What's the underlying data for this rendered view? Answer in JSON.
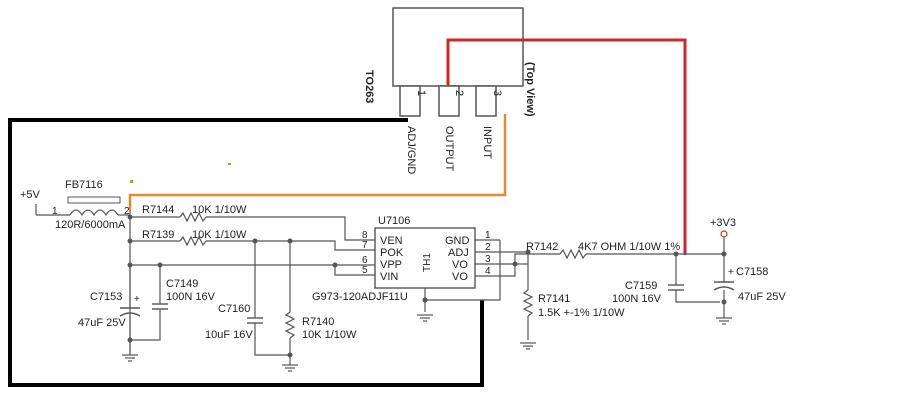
{
  "package": {
    "name": "TO263",
    "view": "(Top View)",
    "pins": [
      {
        "num": "1",
        "name": "ADJ/GND"
      },
      {
        "num": "2",
        "name": "OUTPUT"
      },
      {
        "num": "3",
        "name": "INPUT"
      }
    ]
  },
  "ic": {
    "ref": "U7106",
    "part": "G973-120ADJF11U",
    "thermal": "TH1",
    "left_pins": [
      {
        "num": "8",
        "name": "VEN"
      },
      {
        "num": "7",
        "name": "POK"
      },
      {
        "num": "6",
        "name": "VPP"
      },
      {
        "num": "5",
        "name": "VIN"
      }
    ],
    "right_pins": [
      {
        "num": "1",
        "name": "GND"
      },
      {
        "num": "2",
        "name": "ADJ"
      },
      {
        "num": "3",
        "name": "VO"
      },
      {
        "num": "4",
        "name": "VO"
      }
    ]
  },
  "components": {
    "fb": {
      "ref": "FB7116",
      "value": "120R/6000mA",
      "pin1": "1",
      "pin2": "2"
    },
    "r7144": {
      "ref": "R7144",
      "value": "10K 1/10W"
    },
    "r7139": {
      "ref": "R7139",
      "value": "10K 1/10W"
    },
    "c7153": {
      "ref": "C7153",
      "value": "47uF 25V",
      "plus": "+"
    },
    "c7149": {
      "ref": "C7149",
      "value": "100N 16V"
    },
    "c7160": {
      "ref": "C7160",
      "value": "10uF 16V"
    },
    "r7140": {
      "ref": "R7140",
      "value": "10K 1/10W"
    },
    "r7142": {
      "ref": "R7142",
      "value": "4K7 OHM 1/10W 1%"
    },
    "r7141": {
      "ref": "R7141",
      "value": "1.5K +-1% 1/10W"
    },
    "c7159": {
      "ref": "C7159",
      "value": "100N 16V"
    },
    "c7158": {
      "ref": "C7158",
      "value": "47uF 25V",
      "plus": "+"
    }
  },
  "rails": {
    "in": "+5V",
    "out": "+3V3"
  },
  "colors": {
    "wire": "#555555",
    "black_trace": "#000000",
    "red_trace": "#d0262b",
    "orange_trace": "#e8892b",
    "node": "#555555",
    "rail_out": "#c0392b"
  }
}
